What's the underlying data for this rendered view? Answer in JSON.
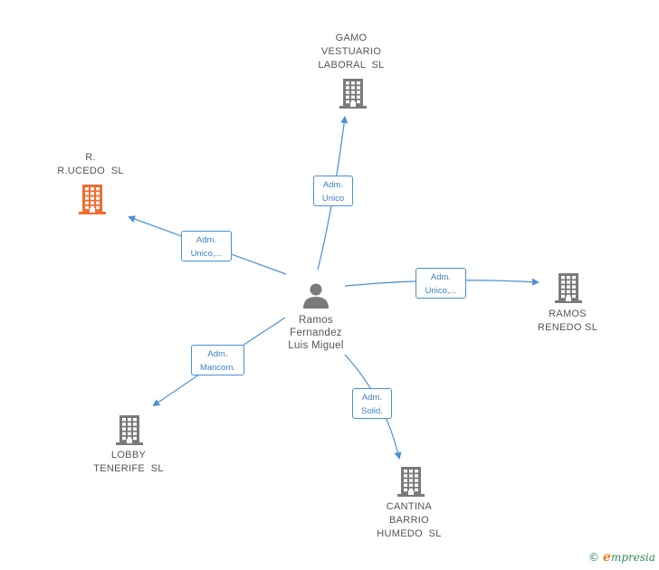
{
  "center": {
    "name_lines": [
      "Ramos",
      "Fernandez",
      "Luis Miguel"
    ]
  },
  "companies": [
    {
      "id": "gamo",
      "lines": [
        "GAMO",
        "VESTUARIO",
        "LABORAL  SL"
      ],
      "highlight": false
    },
    {
      "id": "rucedo",
      "lines": [
        "R.",
        "R.UCEDO  SL"
      ],
      "highlight": true
    },
    {
      "id": "ramos",
      "lines": [
        "RAMOS",
        "RENEDO SL"
      ],
      "highlight": false
    },
    {
      "id": "lobby",
      "lines": [
        "LOBBY",
        "TENERIFE  SL"
      ],
      "highlight": false
    },
    {
      "id": "cantina",
      "lines": [
        "CANTINA",
        "BARRIO",
        "HUMEDO  SL"
      ],
      "highlight": false
    }
  ],
  "relations": [
    {
      "to": "gamo",
      "lines": [
        "Adm.",
        "Unico"
      ]
    },
    {
      "to": "rucedo",
      "lines": [
        "Adm.",
        "Unico,..."
      ]
    },
    {
      "to": "ramos",
      "lines": [
        "Adm.",
        "Unico,..."
      ]
    },
    {
      "to": "lobby",
      "lines": [
        "Adm.",
        "Mancom."
      ]
    },
    {
      "to": "cantina",
      "lines": [
        "Adm.",
        "Solid."
      ]
    }
  ],
  "colors": {
    "edge": "#4a8fd8",
    "building": "#7a7a7a",
    "building_highlight": "#f26b2f",
    "person": "#7a7a7a"
  },
  "brand": {
    "copyright": "©",
    "text": "mpresia",
    "initial": "e"
  }
}
